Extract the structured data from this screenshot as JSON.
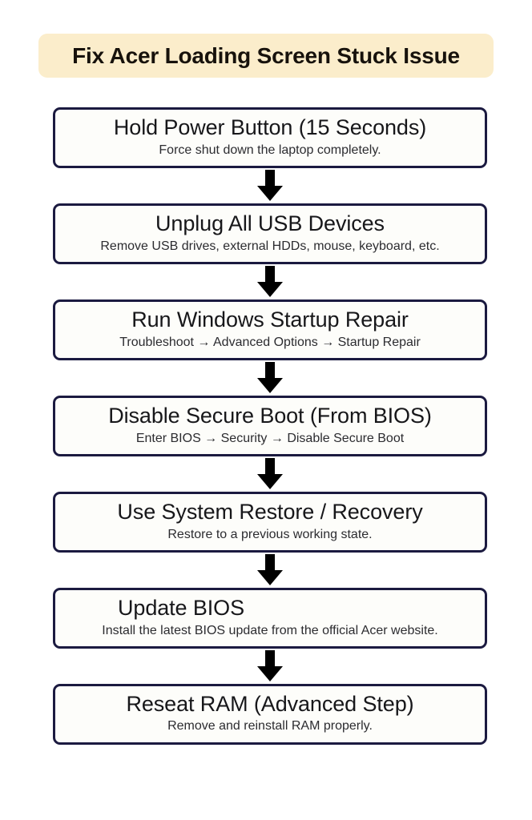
{
  "banner": {
    "title": "Fix Acer Loading Screen Stuck Issue",
    "background_color": "#fbedcb",
    "text_color": "#17120c"
  },
  "theme": {
    "page_background": "#ffffff",
    "box_background": "#fdfdfa",
    "box_border_color": "#1b1a40",
    "arrow_color": "#000000",
    "title_text_color": "#17171a",
    "desc_text_color": "#2c2c30"
  },
  "flow": {
    "type": "vertical-flowchart",
    "connector_icon": "down-arrow-icon",
    "steps": [
      {
        "index": 1,
        "title": "Hold Power Button (15 Seconds)",
        "description": "Force shut down the laptop completely."
      },
      {
        "index": 2,
        "title": "Unplug All USB Devices",
        "description": "Remove USB drives, external HDDs, mouse, keyboard, etc."
      },
      {
        "index": 3,
        "title": "Run Windows Startup Repair",
        "description": "Troubleshoot → Advanced Options → Startup Repair"
      },
      {
        "index": 4,
        "title": "Disable Secure Boot (From BIOS)",
        "description": "Enter BIOS → Security → Disable Secure Boot"
      },
      {
        "index": 5,
        "title": "Use System Restore / Recovery",
        "description": "Restore to a previous working state."
      },
      {
        "index": 6,
        "title": "Update BIOS",
        "description": "Install the latest BIOS update from the official Acer website."
      },
      {
        "index": 7,
        "title": "Reseat RAM (Advanced Step)",
        "description": "Remove and reinstall RAM properly."
      }
    ]
  }
}
